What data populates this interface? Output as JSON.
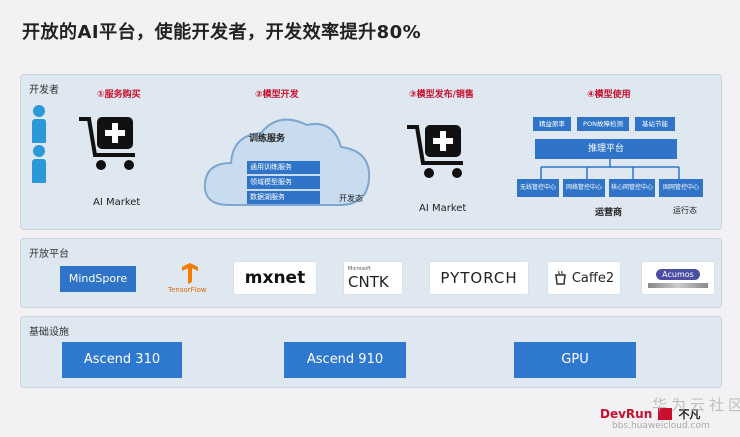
{
  "title": "开放的AI平台，使能开发者，开发效率提升80%",
  "developer_panel": {
    "label": "开发者",
    "steps": [
      {
        "label": "①服务购买",
        "caption": "AI Market"
      },
      {
        "label": "②模型开发"
      },
      {
        "label": "③模型发布/销售",
        "caption": "AI Market"
      },
      {
        "label": "④模型使用"
      }
    ],
    "cloud": {
      "title": "训练服务",
      "services": [
        "通用训练服务",
        "领域模型服务",
        "数据湖服务"
      ],
      "corner_label": "开发态"
    },
    "usage": {
      "top_boxes": [
        "精益原率",
        "PON故障检测",
        "基站节能"
      ],
      "platform": "推理平台",
      "centers": [
        "无线管控中心",
        "网络管控中心",
        "核心网管控中心",
        "固网管控中心"
      ],
      "operator_label": "运营商",
      "runtime_label": "运行态"
    }
  },
  "open_platform": {
    "label": "开放平台",
    "frameworks": [
      {
        "name": "MindSpore"
      },
      {
        "name": "TensorFlow"
      },
      {
        "name": "mxnet"
      },
      {
        "name": "CNTK",
        "super": "Microsoft"
      },
      {
        "name": "PYTORCH"
      },
      {
        "name": "Caffe2"
      },
      {
        "name": "Acumos"
      }
    ]
  },
  "infrastructure": {
    "label": "基础设施",
    "items": [
      "Ascend 310",
      "Ascend 910",
      "GPU"
    ]
  },
  "footer": {
    "brand_dev": "DevRun",
    "brand_tag": "不凡",
    "community": "华为云社区",
    "url": "bbs.huaweicloud.com"
  },
  "colors": {
    "accent_red": "#c8102e",
    "brand_blue": "#2f74c8",
    "panel_bg": "#dfe8f1",
    "person_blue": "#2a99d9"
  }
}
